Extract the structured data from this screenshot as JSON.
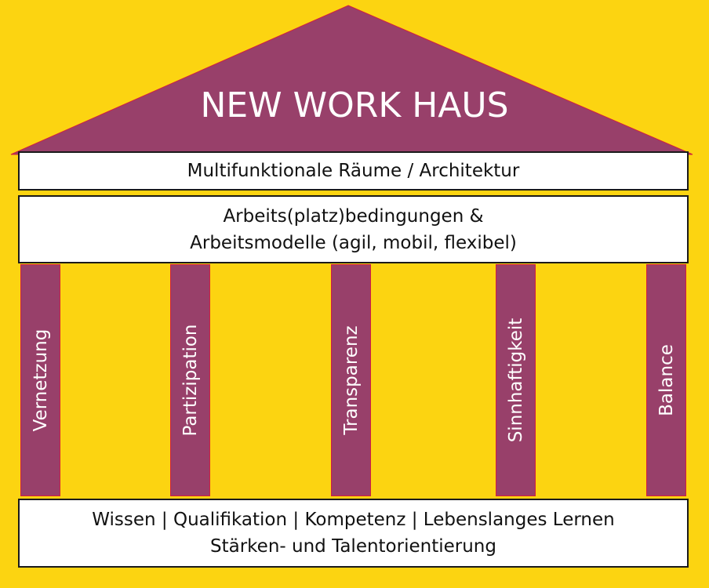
{
  "colors": {
    "background": "#fcd411",
    "roof": "#98406a",
    "pillar": "#98406a",
    "beam": "#ffffff",
    "text_light": "#ffffff",
    "text_dark": "#111111"
  },
  "roof": {
    "title": "NEW WORK HAUS"
  },
  "beams": {
    "top": {
      "line1": "Multifunktionale Räume / Architektur"
    },
    "middle": {
      "line1": "Arbeits(platz)bedingungen &",
      "line2": "Arbeitsmodelle (agil, mobil, flexibel)"
    },
    "foundation": {
      "line1": "Wissen | Qualifikation | Kompetenz | Lebenslanges Lernen",
      "line2": "Stärken- und Talentorientierung"
    }
  },
  "pillars": [
    {
      "label": "Vernetzung"
    },
    {
      "label": "Partizipation"
    },
    {
      "label": "Transparenz"
    },
    {
      "label": "Sinnhaftigkeit"
    },
    {
      "label": "Balance"
    }
  ]
}
